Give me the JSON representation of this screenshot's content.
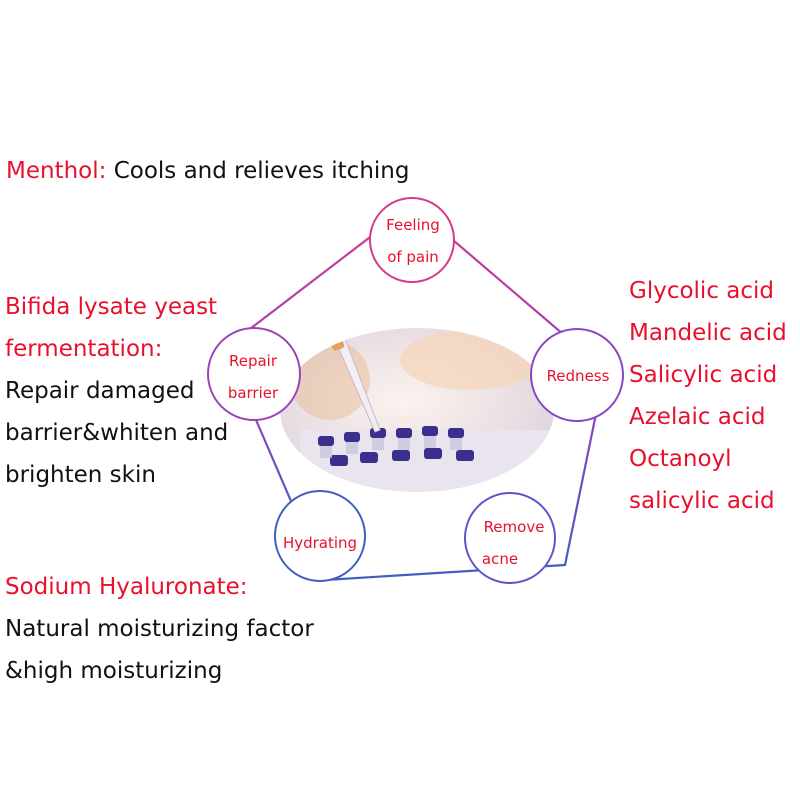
{
  "menthol": {
    "name": "Menthol:",
    "desc": "Cools and relieves itching"
  },
  "bifida": {
    "name_lines": [
      "Bifida lysate yeast",
      "fermentation:"
    ],
    "desc_lines": [
      "Repair damaged",
      "barrier&whiten and",
      "brighten skin"
    ]
  },
  "sodium": {
    "name": "Sodium Hyaluronate:",
    "desc_lines": [
      "Natural moisturizing factor",
      "&high moisturizing"
    ]
  },
  "acids": [
    "Glycolic acid",
    "Mandelic acid",
    "Salicylic acid",
    "Azelaic acid",
    "Octanoyl",
    "salicylic acid"
  ],
  "nodes": {
    "pain": [
      "Feeling",
      "of pain"
    ],
    "redness": [
      "Redness"
    ],
    "acne": [
      "Remove",
      "acne"
    ],
    "hydrating": [
      "Hydrating"
    ],
    "repair": [
      "Repair",
      "barrier"
    ]
  },
  "colors": {
    "highlight": "#e8102c",
    "pink": "#d63a8a",
    "purple": "#8a45c4",
    "blue": "#3f5fc0"
  },
  "center_image": "lab-pipette-vials-photo"
}
